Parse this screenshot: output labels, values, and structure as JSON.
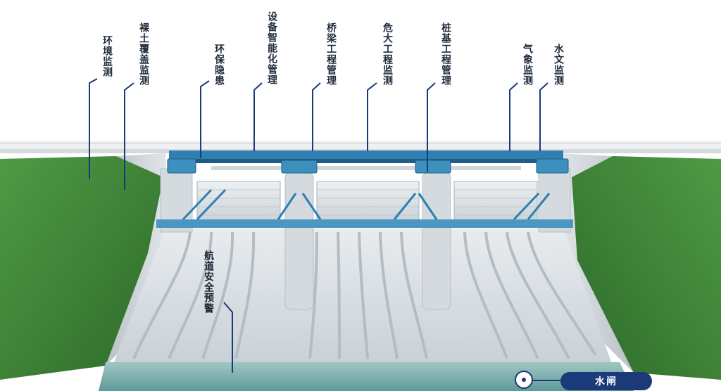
{
  "labels": {
    "huanjing": "环境监测",
    "luotu": "裸土覆盖监测",
    "huanbao": "环保隐患",
    "shebei": "设备智能化管理",
    "qiaoliang": "桥梁工程管理",
    "weida": "危大工程监测",
    "zhuangji": "桩基工程管理",
    "qixiang": "气象监测",
    "shuiwen": "水文监测",
    "hangdao": "航道安全预警"
  },
  "badge": {
    "label": "水闸"
  },
  "colors": {
    "leader_line": "#1b3a7a",
    "steel_blue": "#2f7fb0",
    "grass": "#3f8a3a",
    "concrete": "#d9dee3",
    "badge_bg": "#1b3a7a"
  }
}
